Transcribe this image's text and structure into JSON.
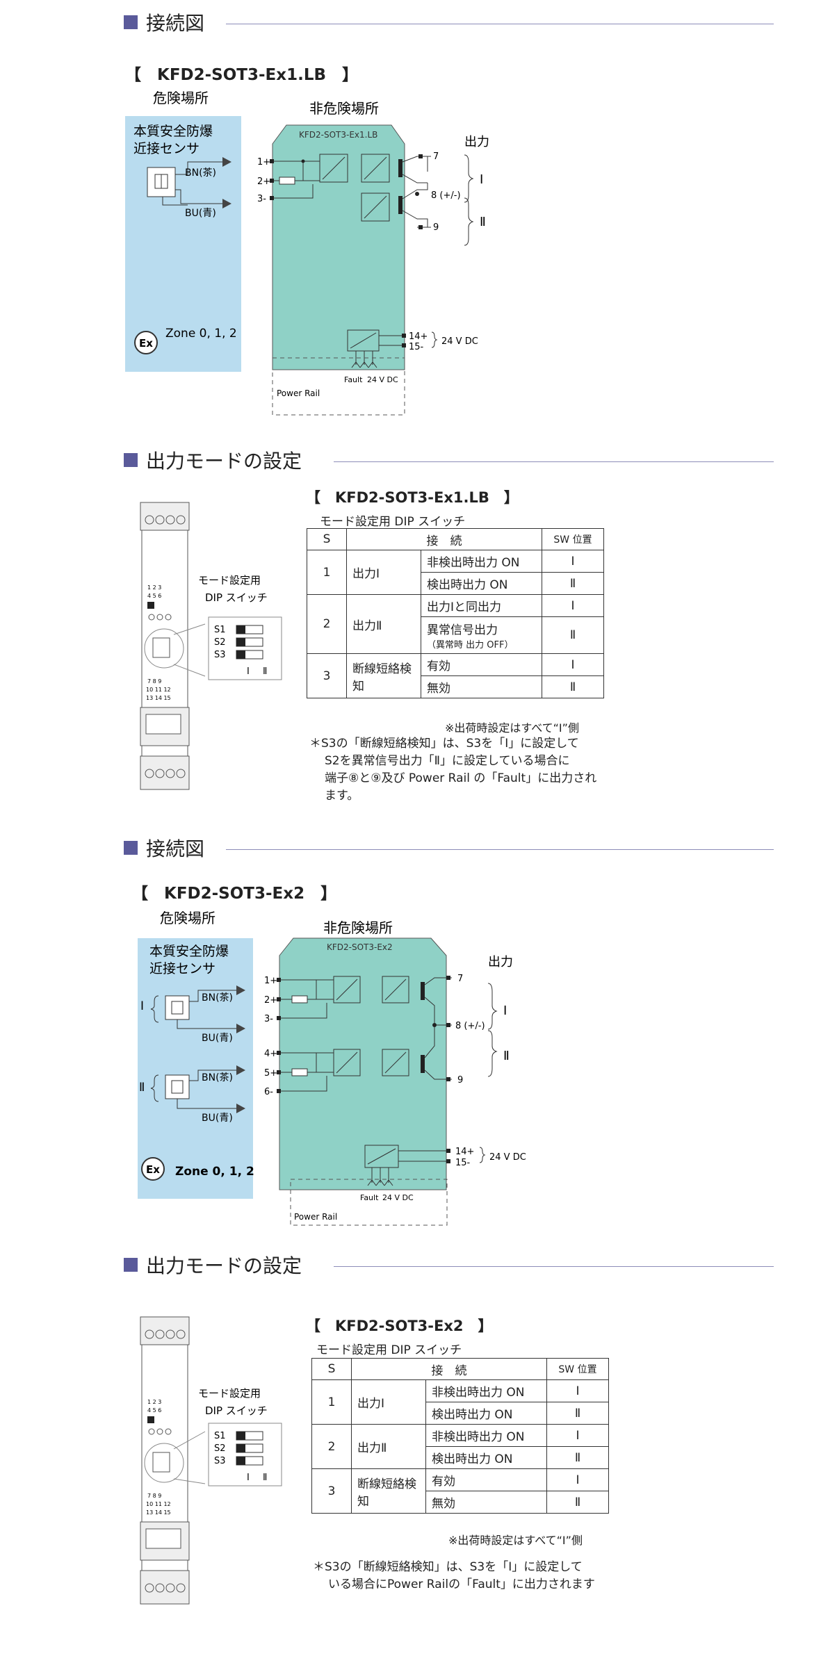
{
  "sections": {
    "wiring": "接続図",
    "mode": "出力モードの設定"
  },
  "models": {
    "lb": "【　KFD2-SOT3-Ex1.LB　】",
    "ex2": "【　KFD2-SOT3-Ex2　】",
    "lb_box": "KFD2-SOT3-Ex1.LB",
    "ex2_box": "KFD2-SOT3-Ex2"
  },
  "diagram": {
    "hazard": "危険場所",
    "nonhazard": "非危険場所",
    "sensor_l1": "本質安全防爆",
    "sensor_l2": "近接センサ",
    "bn": "BN(茶)",
    "bu": "BU(青)",
    "zone": "Zone 0, 1, 2",
    "output": "出力",
    "ch1": "Ⅰ",
    "ch2": "Ⅱ",
    "t1": "1+",
    "t2": "2+",
    "t3": "3-",
    "t4": "4+",
    "t5": "5+",
    "t6": "6-",
    "t7": "7",
    "t8": "8 (+/-)",
    "t9": "9",
    "t14": "14+",
    "t15": "15-",
    "dc": "24 V DC",
    "fault": "Fault",
    "dc_small": "24 V DC",
    "power_rail": "Power Rail"
  },
  "device": {
    "label_l1": "モード設定用",
    "label_l2": "DIP スイッチ",
    "s1": "S1",
    "s2": "S2",
    "s3": "S3",
    "sw1": "Ⅰ",
    "sw2": "Ⅱ"
  },
  "table_caption": "モード設定用 DIP スイッチ",
  "table_header": {
    "s": "S",
    "conn": "接　続",
    "pos": "SW 位置"
  },
  "table_lb": [
    {
      "s": "1",
      "group": "出力Ⅰ",
      "rows": [
        [
          "非検出時出力 ON",
          "Ⅰ"
        ],
        [
          "検出時出力 ON",
          "Ⅱ"
        ]
      ]
    },
    {
      "s": "2",
      "group": "出力Ⅱ",
      "rows": [
        [
          "出力Ⅰと同出力",
          "Ⅰ"
        ],
        [
          "異常信号出力",
          "（異常時 出力 OFF）",
          "Ⅱ"
        ]
      ]
    },
    {
      "s": "3",
      "group": "断線短絡検知",
      "rows": [
        [
          "有効",
          "Ⅰ"
        ],
        [
          "無効",
          "Ⅱ"
        ]
      ]
    }
  ],
  "table_ex2": [
    {
      "s": "1",
      "group": "出力Ⅰ",
      "rows": [
        [
          "非検出時出力 ON",
          "Ⅰ"
        ],
        [
          "検出時出力 ON",
          "Ⅱ"
        ]
      ]
    },
    {
      "s": "2",
      "group": "出力Ⅱ",
      "rows": [
        [
          "非検出時出力 ON",
          "Ⅰ"
        ],
        [
          "検出時出力 ON",
          "Ⅱ"
        ]
      ]
    },
    {
      "s": "3",
      "group": "断線短絡検知",
      "rows": [
        [
          "有効",
          "Ⅰ"
        ],
        [
          "無効",
          "Ⅱ"
        ]
      ]
    }
  ],
  "ship_note": "※出荷時設定はすべて“Ⅰ”側",
  "note_lb": [
    "＊S3の「断線短絡検知」は、S3を「Ⅰ」に設定して",
    "S2を異常信号出力「Ⅱ」に設定している場合に",
    "端子⑧と⑨及び Power Rail の「Fault」に出力され",
    "ます。"
  ],
  "note_ex2": [
    "＊S3の「断線短絡検知」は、S3を「Ⅰ」に設定して",
    "いる場合にPower Railの「Fault」に出力されます"
  ]
}
